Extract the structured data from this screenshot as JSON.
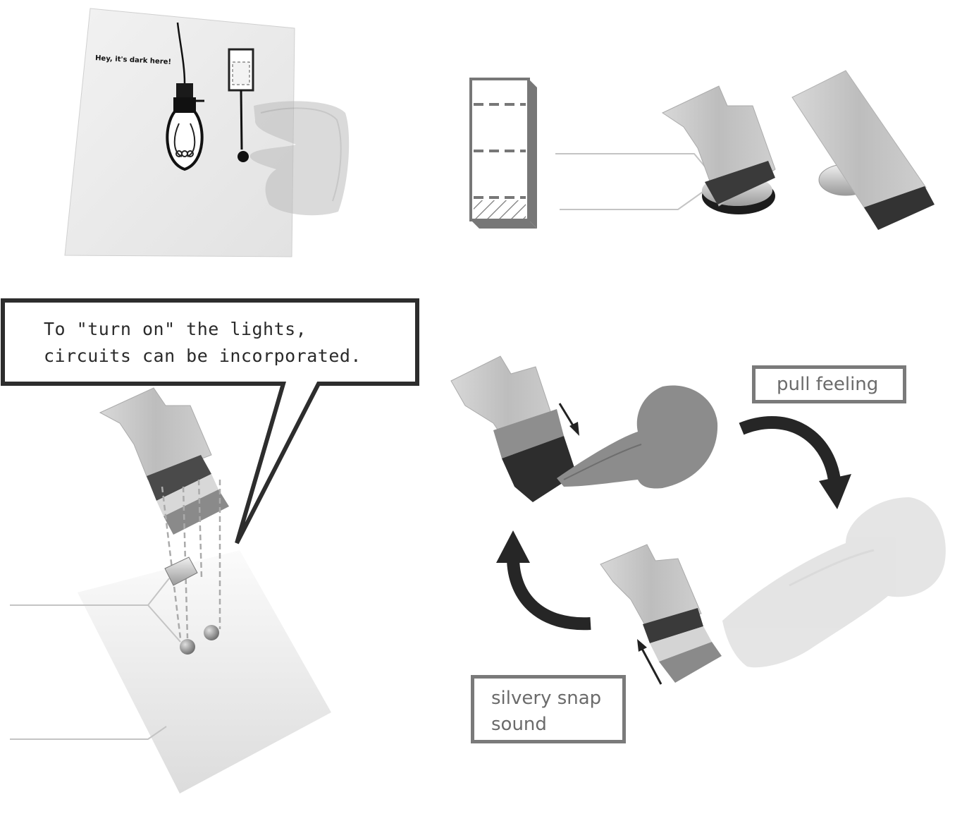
{
  "panels": {
    "paper": {
      "caption": "Hey, it's dark here!"
    },
    "speech_bubble": {
      "text": "To \"turn on\" the lights, circuits can be incorporated."
    },
    "labels": {
      "pull": "pull feeling",
      "snap_line1": "silvery snap",
      "snap_line2": "sound"
    }
  },
  "colors": {
    "outline": "#2d2d2d",
    "label_border": "#7a7a7a",
    "label_text": "#6b6b6b",
    "tape_light": "#c9c9c9",
    "tape_dark": "#3a3a3a",
    "arrow": "#262626"
  }
}
